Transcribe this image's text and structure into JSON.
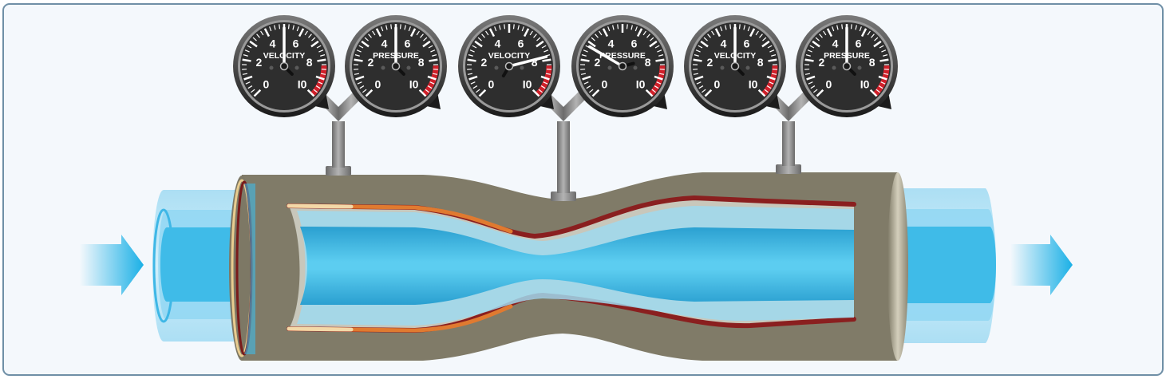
{
  "gauge_labels": {
    "velocity": "VELOCITY",
    "pressure": "PRESSURE"
  },
  "scale_labels": [
    "0",
    "2",
    "4",
    "6",
    "8",
    "I0"
  ],
  "gauges": [
    {
      "type": "velocity",
      "reading": 5
    },
    {
      "type": "pressure",
      "reading": 5
    },
    {
      "type": "velocity",
      "reading": 7.8
    },
    {
      "type": "pressure",
      "reading": 2.8
    },
    {
      "type": "velocity",
      "reading": 5
    },
    {
      "type": "pressure",
      "reading": 5
    }
  ],
  "colors": {
    "frame": "#6f8fa6",
    "background": "#f4f8fc",
    "pipe": "#807b68",
    "water": "#35b5e4",
    "arrow": "#1ab0e6",
    "gauge_face": "#2e2e2e",
    "red_zone": "#d0202a"
  }
}
